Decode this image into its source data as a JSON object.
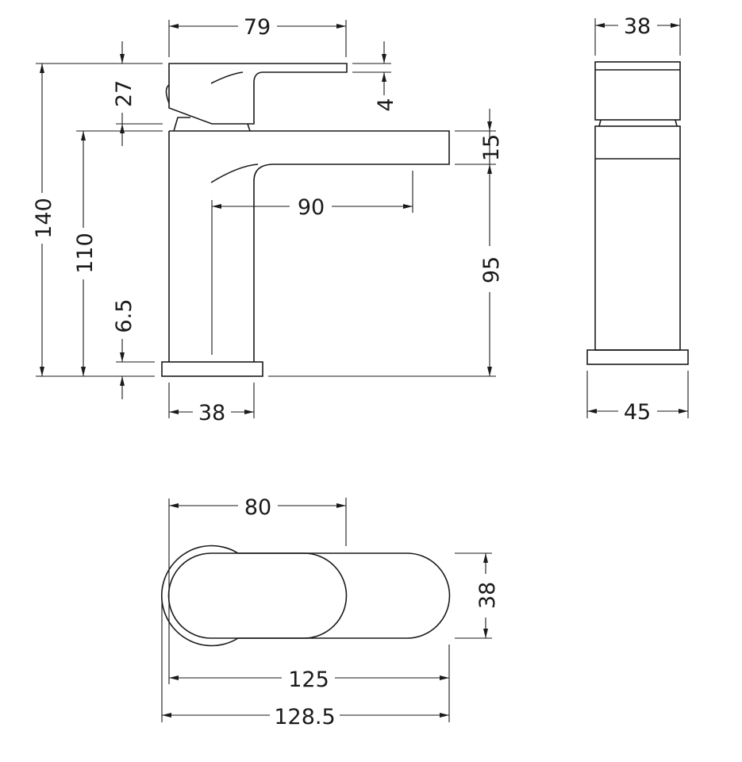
{
  "drawing": {
    "type": "technical dimension drawing",
    "subject": "basin mixer tap",
    "line_color": "#1a1a1a",
    "background": "#ffffff",
    "units": "mm"
  },
  "side_view": {
    "dimensions": {
      "lever_length": "79",
      "lever_height": "27",
      "lever_thickness": "4",
      "total_height": "140",
      "body_height": "110",
      "base_height": "6.5",
      "spout_thickness": "15",
      "spout_outlet_height": "95",
      "spout_reach": "90",
      "base_width": "38"
    }
  },
  "front_view": {
    "dimensions": {
      "body_width": "38",
      "base_width": "45"
    }
  },
  "top_view": {
    "dimensions": {
      "lever_length": "80",
      "body_width": "38",
      "body_length": "125",
      "overall_length": "128.5"
    }
  }
}
